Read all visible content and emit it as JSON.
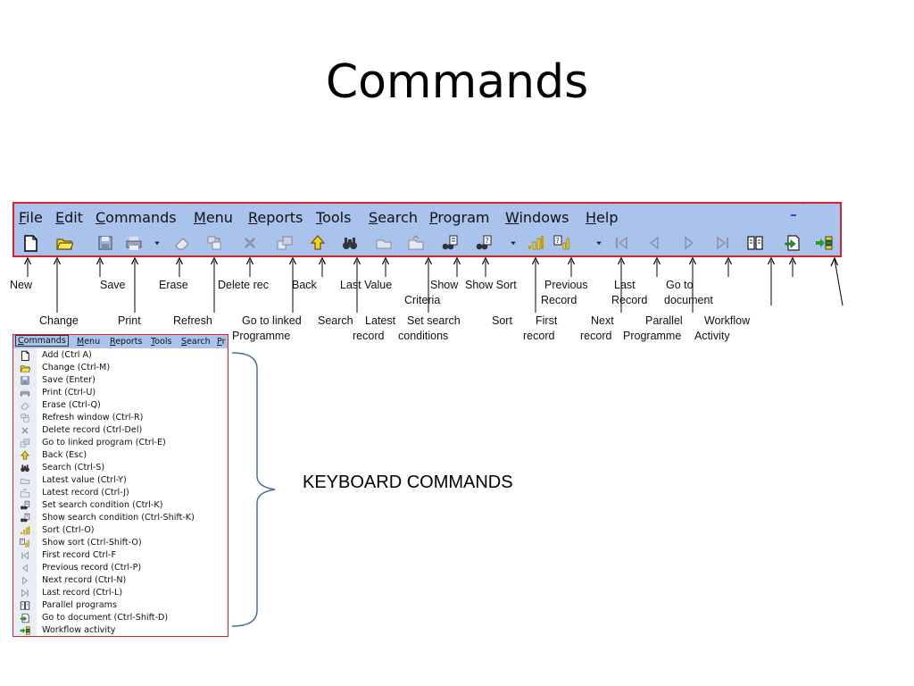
{
  "title": "Commands",
  "menubar": [
    "File",
    "Edit",
    "Commands",
    "Menu",
    "Reports",
    "Tools",
    "Search",
    "Program",
    "Windows",
    "Help"
  ],
  "toolbar_icons": [
    "new-icon",
    "change-icon",
    "save-icon",
    "print-icon",
    "dropdown-arrow-icon",
    "erase-icon",
    "refresh-icon",
    "delete-icon",
    "linked-program-icon",
    "back-icon",
    "search-icon",
    "latest-value-icon",
    "latest-record-icon",
    "set-search-icon",
    "show-criteria-icon",
    "dropdown-arrow-icon",
    "sort-icon",
    "show-sort-icon",
    "dropdown-arrow-icon",
    "first-record-icon",
    "previous-record-icon",
    "next-record-icon",
    "last-record-icon",
    "parallel-programme-icon",
    "go-to-document-icon",
    "workflow-icon"
  ],
  "labels_top": {
    "new": "New",
    "save": "Save",
    "erase": "Erase",
    "delete_rec": "Delete rec",
    "back": "Back",
    "last_value": "Last Value",
    "show_criteria_1": "Show",
    "show_criteria_2": "Criteria",
    "show_sort": "Show Sort",
    "previous_record_1": "Previous",
    "previous_record_2": "Record",
    "last_record_1": "Last",
    "last_record_2": "Record",
    "go_to_document_1": "Go to",
    "go_to_document_2": "document"
  },
  "labels_bottom": {
    "change": "Change",
    "print": "Print",
    "refresh": "Refresh",
    "go_to_linked_1": "Go to linked",
    "go_to_linked_2": "Programme",
    "search": "Search",
    "latest_record_1": "Latest",
    "latest_record_2": "record",
    "set_search_1": "Set search",
    "set_search_2": "conditions",
    "sort": "Sort",
    "first_record_1": "First",
    "first_record_2": "record",
    "next_record_1": "Next",
    "next_record_2": "record",
    "parallel_1": "Parallel",
    "parallel_2": "Programme",
    "workflow_1": "Workflow",
    "workflow_2": "Activity"
  },
  "commands_menu": {
    "menubar": [
      "Commands",
      "Menu",
      "Reports",
      "Tools",
      "Search",
      "Pr"
    ],
    "items": [
      {
        "icon": "new-icon",
        "label": "Add (Ctrl A)"
      },
      {
        "icon": "change-icon",
        "label": "Change (Ctrl-M)"
      },
      {
        "icon": "save-icon",
        "label": "Save (Enter)"
      },
      {
        "icon": "print-icon",
        "label": "Print (Ctrl-U)"
      },
      {
        "icon": "erase-icon",
        "label": "Erase (Ctrl-Q)"
      },
      {
        "icon": "refresh-icon",
        "label": "Refresh window (Ctrl-R)"
      },
      {
        "icon": "delete-icon",
        "label": "Delete record (Ctrl-Del)"
      },
      {
        "icon": "linked-program-icon",
        "label": "Go to linked program (Ctrl-E)"
      },
      {
        "icon": "back-icon",
        "label": "Back (Esc)"
      },
      {
        "icon": "search-icon",
        "label": "Search (Ctrl-S)"
      },
      {
        "icon": "latest-value-icon",
        "label": "Latest value (Ctrl-Y)"
      },
      {
        "icon": "latest-record-icon",
        "label": "Latest record (Ctrl-J)"
      },
      {
        "icon": "set-search-icon",
        "label": "Set search condition (Ctrl-K)"
      },
      {
        "icon": "show-criteria-icon",
        "label": "Show search condition (Ctrl-Shift-K)"
      },
      {
        "icon": "sort-icon",
        "label": "Sort (Ctrl-O)"
      },
      {
        "icon": "show-sort-icon",
        "label": "Show sort (Ctrl-Shift-O)"
      },
      {
        "icon": "first-record-icon",
        "label": "First record Ctrl-F"
      },
      {
        "icon": "previous-record-icon",
        "label": "Previous record (Ctrl-P)"
      },
      {
        "icon": "next-record-icon",
        "label": "Next record (Ctrl-N)"
      },
      {
        "icon": "last-record-icon",
        "label": "Last record (Ctrl-L)"
      },
      {
        "icon": "parallel-programme-icon",
        "label": "Parallel programs"
      },
      {
        "icon": "go-to-document-icon",
        "label": "Go to document (Ctrl-Shift-D)"
      },
      {
        "icon": "workflow-icon",
        "label": "Workflow activity"
      }
    ]
  },
  "keyboard_commands": "KEYBOARD COMMANDS",
  "colors": {
    "toolbar_bg": "#a9c3ec",
    "frame_border": "#d9232a",
    "accent_yellow": "#f2d21b",
    "accent_green": "#2a9a2a"
  }
}
